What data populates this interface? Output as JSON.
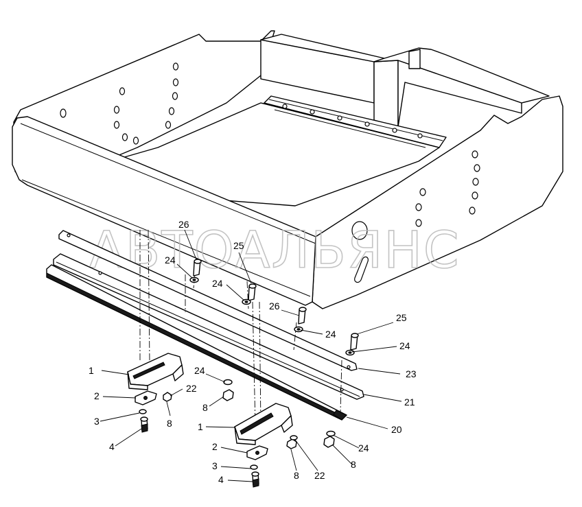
{
  "watermark": "АВТОАЛЬЯНС",
  "callouts": {
    "c1a": "1",
    "c1b": "1",
    "c2a": "2",
    "c2b": "2",
    "c3a": "3",
    "c3b": "3",
    "c4a": "4",
    "c4b": "4",
    "c8a": "8",
    "c8b": "8",
    "c8c": "8",
    "c8d": "8",
    "c20": "20",
    "c21": "21",
    "c22a": "22",
    "c22b": "22",
    "c23": "23",
    "c24a": "24",
    "c24b": "24",
    "c24c": "24",
    "c24d": "24",
    "c24e": "24",
    "c24f": "24",
    "c25a": "25",
    "c25b": "25",
    "c26a": "26",
    "c26b": "26"
  }
}
